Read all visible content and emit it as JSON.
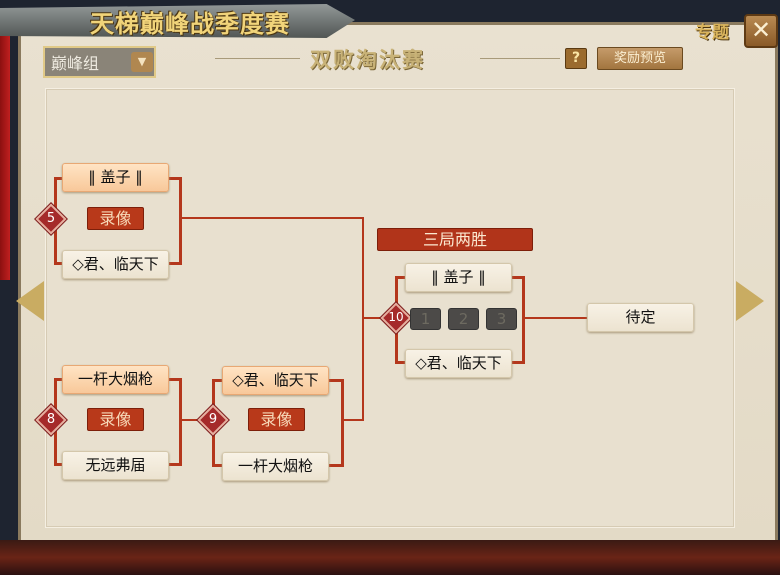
{
  "header": {
    "title": "天梯巅峰战季度赛",
    "group_select": "巅峰组",
    "heading": "双败淘汰赛",
    "help_label": "?",
    "reward_preview_label": "奖励预览",
    "topic_label": "专题",
    "close_label": "✕"
  },
  "bracket": {
    "match_a": {
      "number": "5",
      "top": "‖ 盖子 ‖",
      "replay": "录像",
      "bottom": "◇君、临天下"
    },
    "match_b": {
      "number": "8",
      "top": "一杆大烟枪",
      "replay": "录像",
      "bottom": "无远弗届"
    },
    "match_c": {
      "number": "9",
      "top": "◇君、临天下",
      "replay": "录像",
      "bottom": "一杆大烟枪"
    },
    "final": {
      "number": "10",
      "format": "三局两胜",
      "top": "‖ 盖子 ‖",
      "bottom": "◇君、临天下",
      "games": [
        "1",
        "2",
        "3"
      ],
      "result": "待定"
    }
  }
}
